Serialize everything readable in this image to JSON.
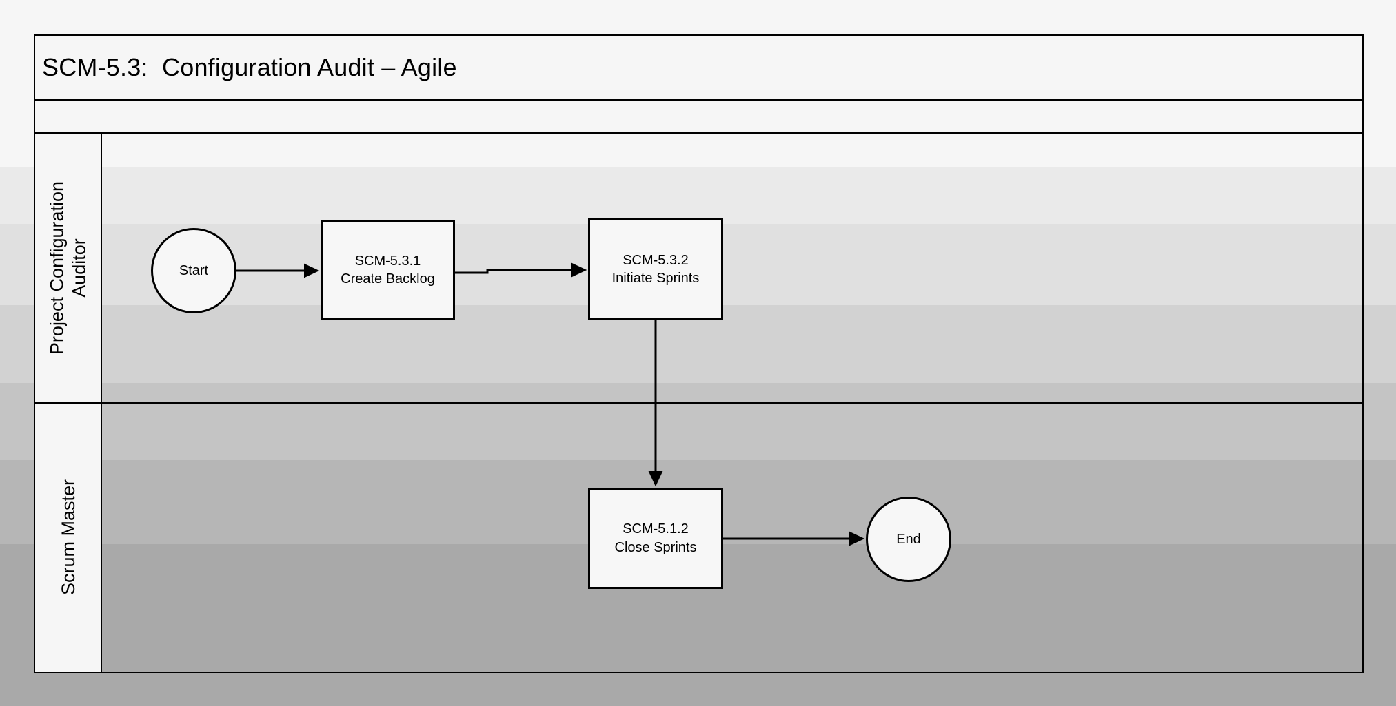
{
  "diagram": {
    "type": "swimlane-flowchart",
    "title": "SCM-5.3:  Configuration Audit – Agile",
    "lanes": [
      {
        "label": "Project Configuration\nAuditor"
      },
      {
        "label": "Scrum Master"
      }
    ],
    "nodes": {
      "start": {
        "label": "Start",
        "shape": "circle",
        "lane": "Project Configuration Auditor"
      },
      "create_backlog": {
        "label": "SCM-5.3.1\nCreate Backlog",
        "shape": "rectangle",
        "lane": "Project Configuration Auditor"
      },
      "initiate_sprints": {
        "label": "SCM-5.3.2\nInitiate Sprints",
        "shape": "rectangle",
        "lane": "Project Configuration Auditor"
      },
      "close_sprints": {
        "label": "SCM-5.1.2\nClose Sprints",
        "shape": "rectangle",
        "lane": "Scrum Master"
      },
      "end": {
        "label": "End",
        "shape": "circle",
        "lane": "Scrum Master"
      }
    },
    "flows": [
      {
        "from": "start",
        "to": "create_backlog"
      },
      {
        "from": "create_backlog",
        "to": "initiate_sprints"
      },
      {
        "from": "initiate_sprints",
        "to": "close_sprints"
      },
      {
        "from": "close_sprints",
        "to": "end"
      }
    ],
    "colors": {
      "background_top": "#f6f6f6",
      "background_bottom": "#a9a9a9",
      "node_fill": "#f7f7f7",
      "lane_label_fill": "#f6f6f6",
      "line": "#000000",
      "text": "#000000"
    }
  }
}
